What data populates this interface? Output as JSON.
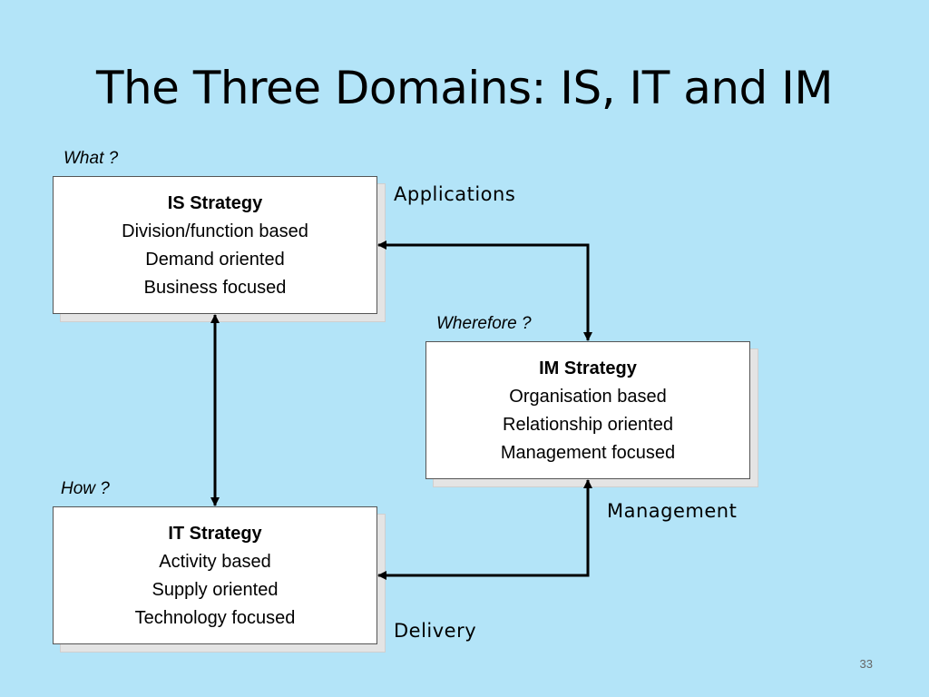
{
  "title": "The Three Domains: IS, IT and IM",
  "labels": {
    "what": "What ?",
    "wherefore": "Wherefore ?",
    "how": "How ?",
    "applications": "Applications",
    "management": "Management",
    "delivery": "Delivery"
  },
  "boxes": {
    "is": {
      "title": "IS Strategy",
      "lines": [
        "Division/function based",
        "Demand oriented",
        "Business focused"
      ]
    },
    "im": {
      "title": "IM Strategy",
      "lines": [
        "Organisation based",
        "Relationship oriented",
        "Management focused"
      ]
    },
    "it": {
      "title": "IT Strategy",
      "lines": [
        "Activity based",
        "Supply oriented",
        "Technology focused"
      ]
    }
  },
  "page_number": "33"
}
